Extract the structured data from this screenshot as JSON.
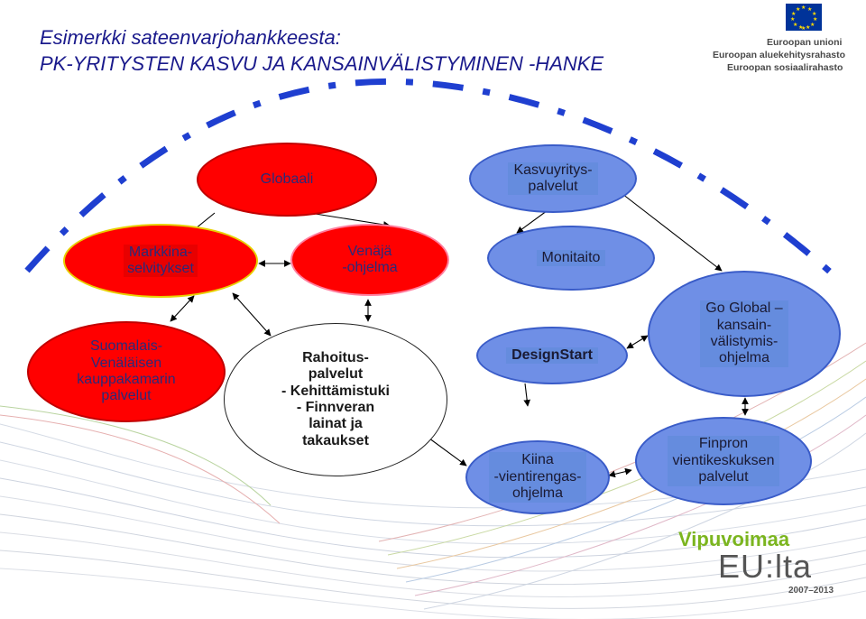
{
  "title_line1": "Esimerkki sateenvarjohankkeesta:",
  "title_line2": "PK-YRITYSTEN KASVU JA KANSAINVÄLISTYMINEN -HANKE",
  "eu_logo": {
    "line1": "Euroopan unioni",
    "line2": "Euroopan aluekehitysrahasto",
    "line3": "Euroopan sosiaalirahasto",
    "flag_color": "#003399"
  },
  "nodes": {
    "globaali": "Globaali",
    "kasvuyrityspalvelut": "Kasvuyritys-\npalvelut",
    "markkinaselvitykset": "Markkina-\nselvitykset",
    "venaja": "Venäjä\n-ohjelma",
    "monitaito": "Monitaito",
    "kauppakamari": "Suomalais-\nVenäläisen\nkauppakamarin\npalvelut",
    "rahoituspalvelut": "Rahoitus-\npalvelut\n- Kehittämistuki\n- Finnveran\nlainat ja\ntakaukset",
    "designstart": "DesignStart",
    "goglobal": "Go Global –\nkansain-\nvälistymis-\nohjelma",
    "kiina": "Kiina\n-vientirengas-\nohjelma",
    "finpro": "Finpron\nvientikeskuksen\npalvelut"
  },
  "brand": {
    "line1": "Vipuvoimaa",
    "line2": "EU:lta",
    "line3": "2007–2013"
  },
  "colors": {
    "red": "#ff0000",
    "blue": "#6f8fe6",
    "umbrella": "#1f3fd0",
    "title": "#1a1a8c",
    "vipu_green": "#7bb51f"
  }
}
